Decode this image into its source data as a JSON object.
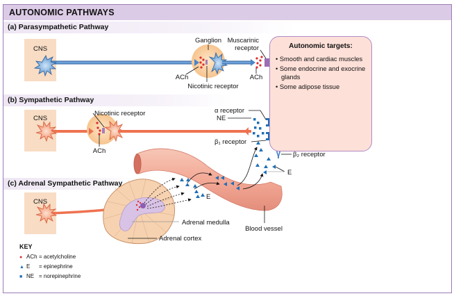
{
  "title": "AUTONOMIC PATHWAYS",
  "sections": {
    "a": {
      "label": "(a) Parasympathetic Pathway"
    },
    "b": {
      "label": "(b) Sympathetic Pathway"
    },
    "c": {
      "label": "(c) Adrenal Sympathetic Pathway"
    }
  },
  "labels": {
    "cns": "CNS",
    "ganglion": "Ganglion",
    "muscarinic_receptor_line1": "Muscarinic",
    "muscarinic_receptor_line2": "receptor",
    "ach": "ACh",
    "nicotinic_receptor": "Nicotinic receptor",
    "alpha_receptor": "α receptor",
    "ne": "NE",
    "beta1_receptor": "β₁ receptor",
    "beta2_receptor": "β₂ receptor",
    "e": "E",
    "adrenal_medulla": "Adrenal medulla",
    "adrenal_cortex": "Adrenal cortex",
    "blood_vessel": "Blood vessel"
  },
  "targets": {
    "title": "Autonomic targets:",
    "items": [
      "• Smooth and cardiac muscles",
      "• Some endocrine and exocrine glands",
      "• Some adipose tissue"
    ]
  },
  "key": {
    "title": "KEY",
    "items": [
      {
        "symbol": "●",
        "abbr": "ACh",
        "meaning": "= acetylcholine",
        "color": "#e02b2b"
      },
      {
        "symbol": "▲",
        "abbr": "E",
        "meaning": "= epinephrine",
        "color": "#1f6fb5"
      },
      {
        "symbol": "■",
        "abbr": "NE",
        "meaning": "= norepinephrine",
        "color": "#1f6fb5"
      }
    ]
  },
  "colors": {
    "parasympathetic_axon": "#4a86c8",
    "sympathetic_axon": "#ee7250",
    "ach": "#e02b2b",
    "epinephrine": "#1f6fb5",
    "frame": "#9b7bb5",
    "title_bar": "#dccbe6",
    "target_fill": "#fde0d8",
    "cns_box": "#f8dcc4"
  }
}
